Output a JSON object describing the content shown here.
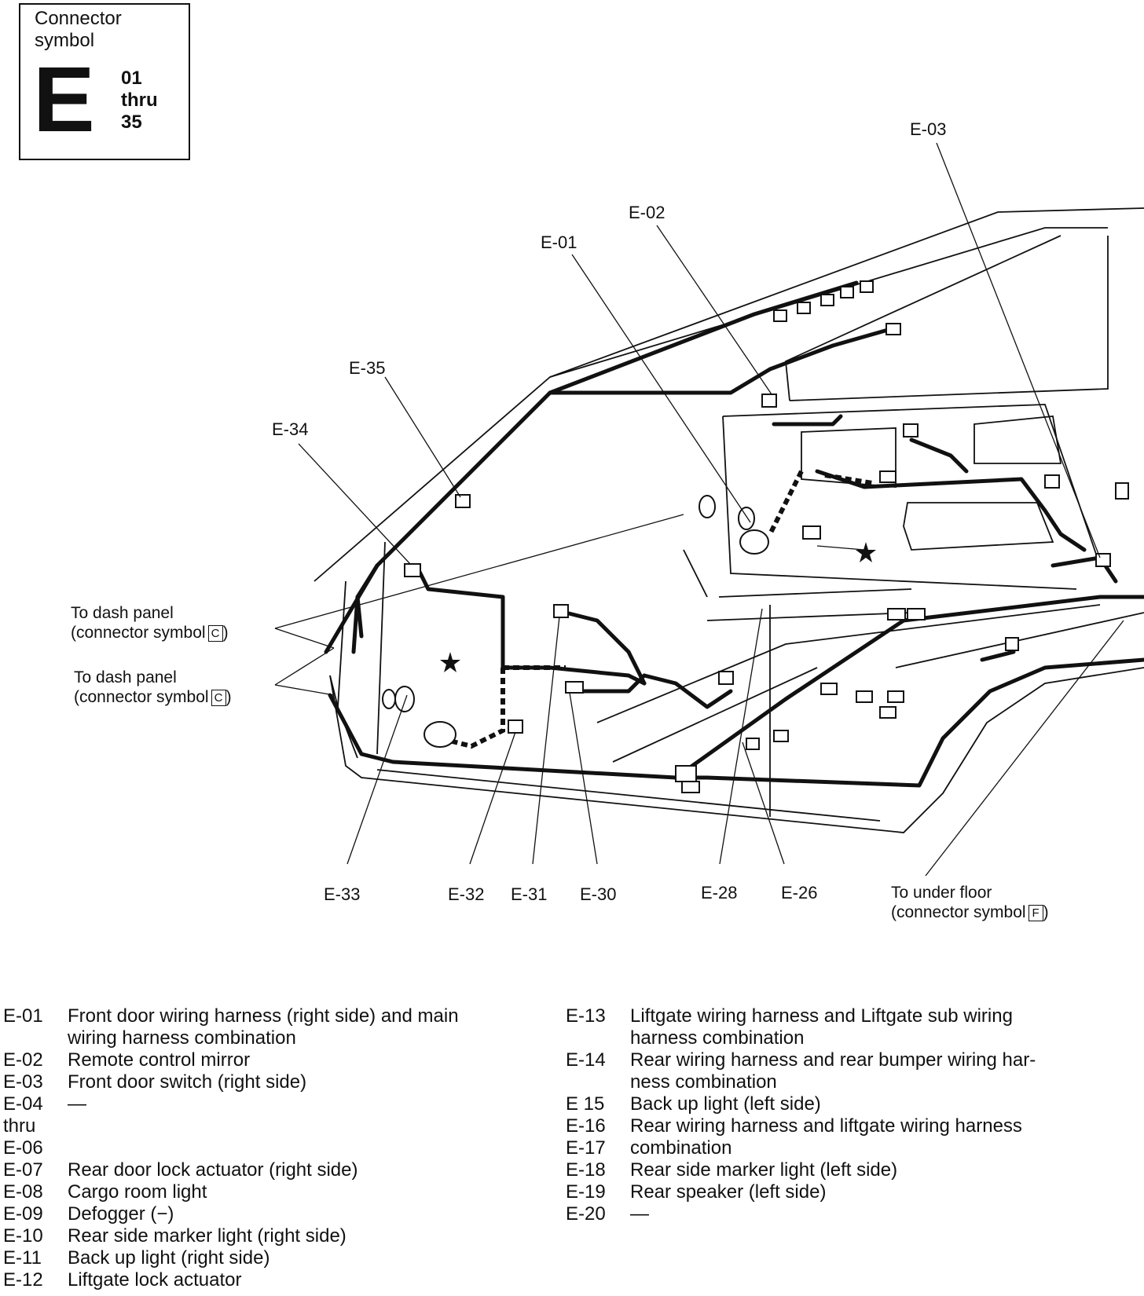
{
  "symbol": {
    "caption": "Connector symbol",
    "letter": "E",
    "range": [
      "01",
      "thru",
      "35"
    ]
  },
  "callouts": {
    "e01": "E-01",
    "e02": "E-02",
    "e03": "E-03",
    "e26": "E-26",
    "e28": "E-28",
    "e30": "E-30",
    "e31": "E-31",
    "e32": "E-32",
    "e33": "E-33",
    "e34": "E-34",
    "e35": "E-35"
  },
  "notes": {
    "dash_top": {
      "line1": "To dash panel",
      "line2": "(connector symbol",
      "symbol": "C",
      "close": ")"
    },
    "dash_bottom": {
      "line1": "To dash panel",
      "line2": "(connector symbol",
      "symbol": "C",
      "close": ")"
    },
    "under_floor": {
      "line1": "To under floor",
      "line2": "(connector symbol",
      "symbol": "F",
      "close": ")"
    }
  },
  "legend_left": [
    {
      "code": "E-01",
      "desc": "Front door wiring harness (right side) and main\nwiring harness combination"
    },
    {
      "code": "E-02",
      "desc": "Remote control mirror"
    },
    {
      "code": "E-03",
      "desc": "Front door switch (right side)"
    },
    {
      "code": "E-04\nthru\nE-06",
      "desc": "—"
    },
    {
      "code": "E-07",
      "desc": "Rear door lock actuator (right side)"
    },
    {
      "code": "E-08",
      "desc": "Cargo room light"
    },
    {
      "code": "E-09",
      "desc": "Defogger (−)"
    },
    {
      "code": "E-10",
      "desc": "Rear side marker light (right side)"
    },
    {
      "code": "E-11",
      "desc": "Back up light (right side)"
    },
    {
      "code": "E-12",
      "desc": "Liftgate lock actuator"
    }
  ],
  "legend_right": [
    {
      "code": "E-13",
      "desc": "Liftgate wiring harness and Liftgate sub wiring\nharness combination"
    },
    {
      "code": "E-14",
      "desc": "Rear wiring harness and rear bumper wiring har-\nness combination"
    },
    {
      "code": "E 15",
      "desc": "Back up light (left side)"
    },
    {
      "code": "E-16\nE-17",
      "desc": "Rear wiring harness and liftgate wiring harness\ncombination"
    },
    {
      "code": "E-18",
      "desc": "Rear side marker light (left side)"
    },
    {
      "code": "E-19",
      "desc": "Rear speaker (left side)"
    },
    {
      "code": "E-20",
      "desc": "—"
    }
  ]
}
